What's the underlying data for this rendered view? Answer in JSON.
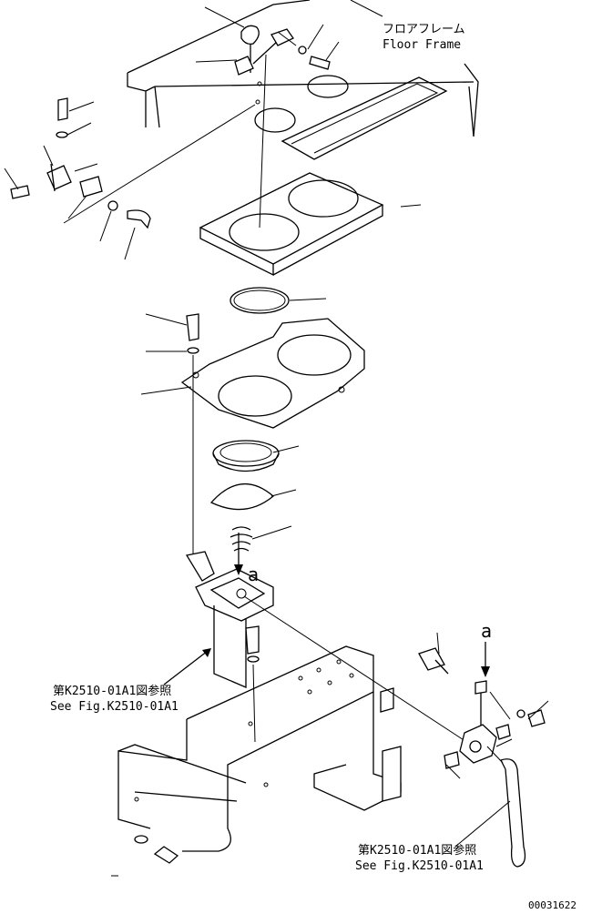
{
  "labels": {
    "floor_frame_jp": "フロアフレーム",
    "floor_frame_en": "Floor Frame",
    "ref_left_jp": "第K2510-01A1図参照",
    "ref_left_en": "See Fig.K2510-01A1",
    "ref_right_jp": "第K2510-01A1図参照",
    "ref_right_en": "See Fig.K2510-01A1",
    "marker_a_top": "a",
    "marker_a_right": "a",
    "drawing_number": "00031622"
  },
  "colors": {
    "ink": "#000000",
    "paper": "#ffffff"
  }
}
